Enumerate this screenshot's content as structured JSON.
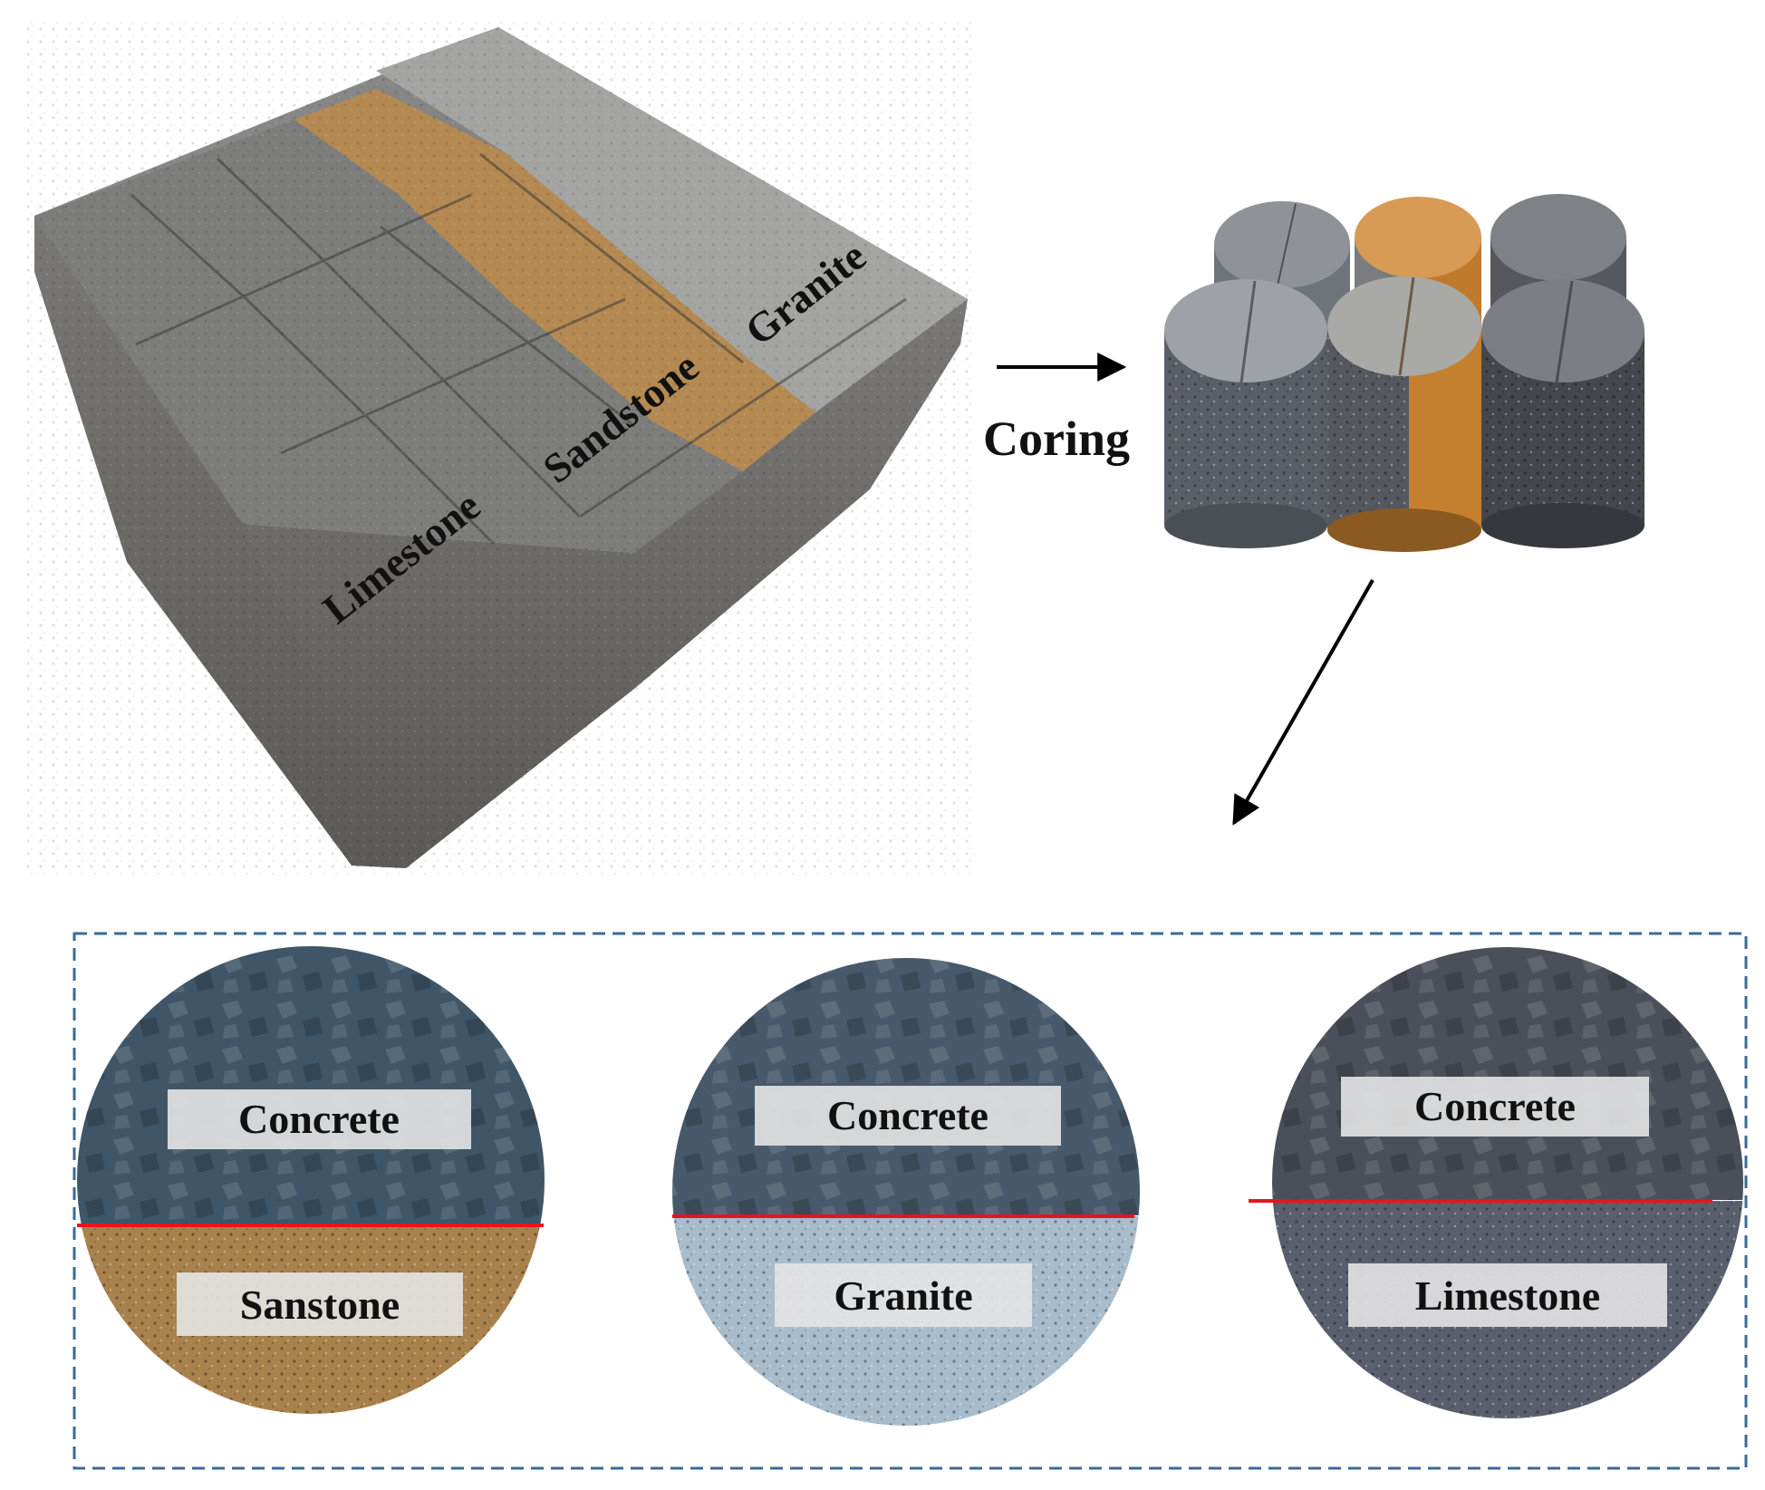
{
  "blocks_photo": {
    "labels": {
      "limestone": "Limestone",
      "sandstone": "Sandstone",
      "granite": "Granite"
    }
  },
  "process": {
    "coring_label": "Coring"
  },
  "cross_sections": [
    {
      "top_label": "Concrete",
      "bottom_label": "Sanstone"
    },
    {
      "top_label": "Concrete",
      "bottom_label": "Granite"
    },
    {
      "top_label": "Concrete",
      "bottom_label": "Limestone"
    }
  ],
  "colors": {
    "interface_line": "#e8141c",
    "dashed_frame": "#3a6a9a",
    "concrete": "#3e5668",
    "sandstone": "#a8814c",
    "granite": "#a9bccb",
    "limestone": "#5a5f6e"
  }
}
